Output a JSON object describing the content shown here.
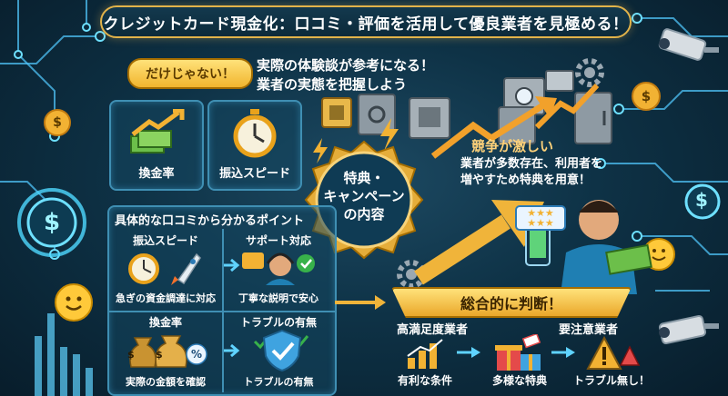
{
  "title": "クレジットカード現金化：口コミ・評価を活用して優良業者を見極める！",
  "top_left": {
    "badge": "だけじゃない！",
    "tile1": "換金率",
    "tile2": "振込スピード"
  },
  "experience_text": {
    "line1": "実際の体験談が参考になる！",
    "line2": "業者の実態を把握しよう"
  },
  "center_badge": {
    "line1": "特典・",
    "line2": "キャンペーン",
    "line3": "の内容"
  },
  "competition": {
    "title": "競争が激しい",
    "line1": "業者が多数存在、利用者を",
    "line2": "増やすため特典を用意！"
  },
  "points_panel": {
    "header": "具体的な口コミから分かるポイント",
    "cells": [
      {
        "title": "振込スピード",
        "caption": "急ぎの資金調達に対応"
      },
      {
        "title": "サポート対応",
        "caption": "丁寧な説明で安心"
      },
      {
        "title": "換金率",
        "caption": "実際の金額を確認"
      },
      {
        "title": "トラブルの有無",
        "caption": "トラブルの有無"
      }
    ]
  },
  "judgement": {
    "banner": "総合的に判断！",
    "good": "高満足度業者",
    "caution": "要注意業者",
    "items": [
      "有利な条件",
      "多様な特典",
      "トラブル無し！"
    ]
  },
  "icons": {
    "dollar": "$",
    "percent": "%",
    "safe_symbol": "G"
  }
}
